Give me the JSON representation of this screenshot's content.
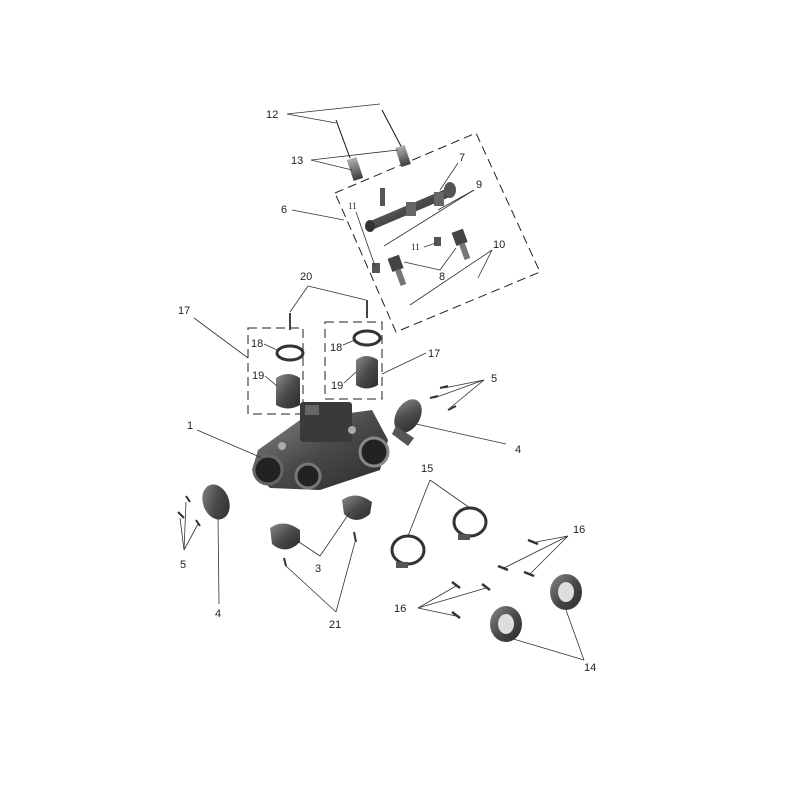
{
  "diagram": {
    "labels": {
      "l1": "1",
      "l3": "3",
      "l4a": "4",
      "l4b": "4",
      "l5a": "5",
      "l5b": "5",
      "l6": "6",
      "l7": "7",
      "l8": "8",
      "l9": "9",
      "l10": "10",
      "l11a": "11",
      "l11b": "11",
      "l12": "12",
      "l13": "13",
      "l14": "14",
      "l15": "15",
      "l16a": "16",
      "l16b": "16",
      "l17a": "17",
      "l17b": "17",
      "l18a": "18",
      "l18b": "18",
      "l19a": "19",
      "l19b": "19",
      "l20": "20",
      "l21": "21"
    },
    "colors": {
      "ink": "#222222",
      "part_dark": "#3a3a3a",
      "part_mid": "#6e6e6e",
      "part_light": "#a8a8a8"
    }
  }
}
